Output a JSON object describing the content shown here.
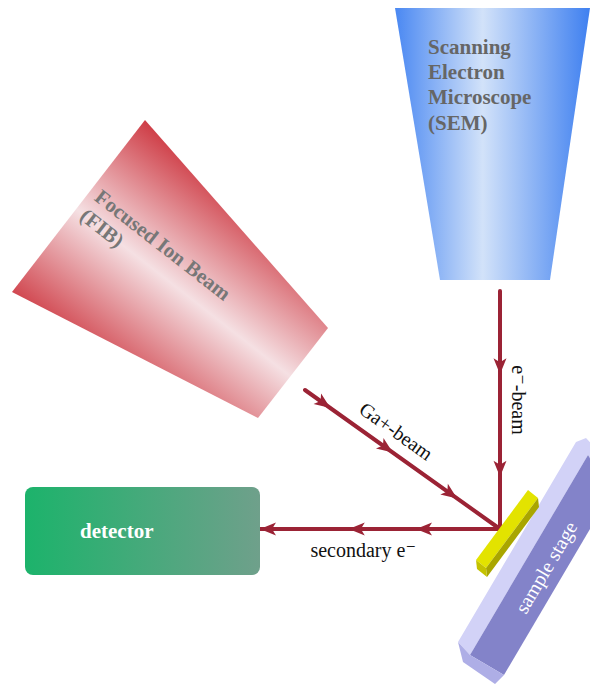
{
  "diagram": {
    "nodes": [
      {
        "text": [
          "Scanning Electron Microscope (SEM)"
        ]
      },
      {
        "text": [
          "Focused Ion Beam (FIB)"
        ]
      },
      {
        "text": [
          "detector"
        ]
      },
      {
        "text": [
          "sample stage"
        ]
      }
    ],
    "edges": [
      {
        "from": 0,
        "to": 3,
        "arrow": "to",
        "label": "e⁻-beam"
      },
      {
        "from": 1,
        "to": 3,
        "arrow": "to",
        "label": "Ga+-beam"
      },
      {
        "from": 3,
        "to": 2,
        "arrow": "to",
        "label": "secondary e⁻"
      }
    ]
  }
}
